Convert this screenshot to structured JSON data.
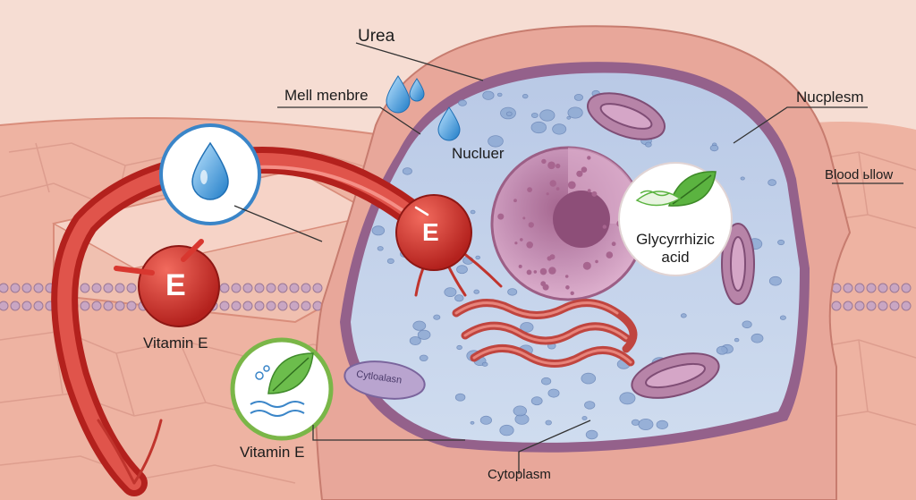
{
  "labels": {
    "urea": "Urea",
    "cell_membrane": "Mell menbre",
    "nucleus": "Nucluer",
    "nucleoplasm": "Nucplesm",
    "blood_flow": "Blood ьllow",
    "glycyrrhizic_line1": "Glycyrrhizic",
    "glycyrrhizic_line2": "acid",
    "vitamin_e_top": "Vitamin E",
    "vitamin_e_bottom": "Vitamin E",
    "cytoplasm": "Cytoplasm",
    "organelle_text": "Cytloalasn",
    "vitamin_badge_left": "E",
    "vitamin_badge_center": "E"
  },
  "colors": {
    "skin_background": "#f3d2c6",
    "skin_tissue": "#eeb3a2",
    "cell_body": "#e8a79a",
    "cytoplasm": "#c4d4ea",
    "nucleus": "#c98fb3",
    "mitochondria": "#b784a8",
    "blood_vessel": "#c8312a",
    "water_drop": "#3a9ad9",
    "leaf": "#5bb340"
  },
  "icons": [
    "water-drop-icon",
    "vitamin-e-badge-icon",
    "leaf-icon",
    "eco-leaf-waves-icon"
  ]
}
